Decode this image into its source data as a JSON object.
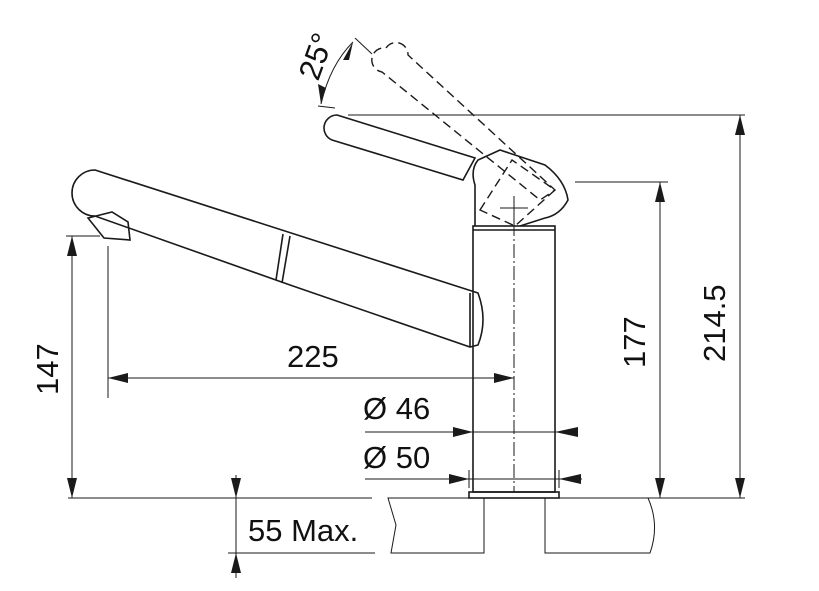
{
  "dimensions": {
    "angle": "25°",
    "spout_reach": "225",
    "spout_height": "147",
    "body_height": "177",
    "total_height": "214.5",
    "diameter_body": "Ø 46",
    "diameter_base": "Ø 50",
    "max_counter_thickness": "55 Max."
  }
}
